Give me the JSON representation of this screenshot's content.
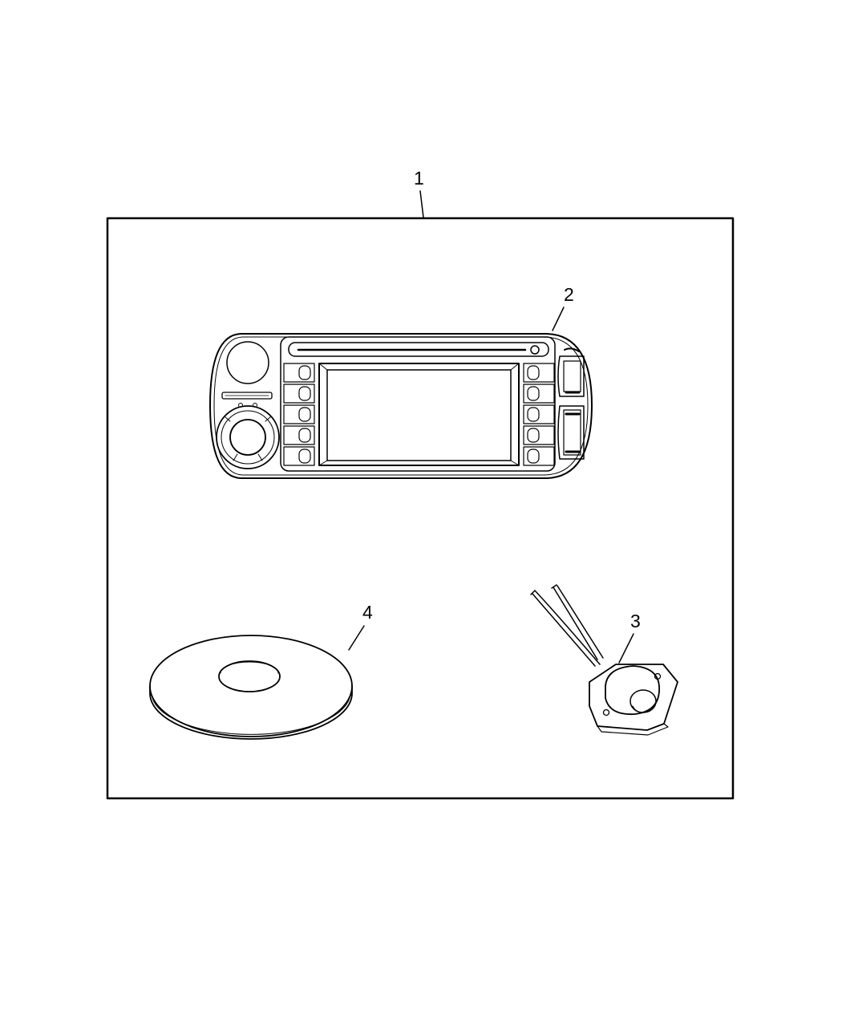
{
  "callouts": {
    "kit": "1",
    "radio": "2",
    "microphone": "3",
    "disc": "4"
  },
  "colors": {
    "line": "#000000",
    "background": "#ffffff",
    "screen_fill": "#ffffff"
  },
  "icons": {
    "radio": "radio-head-unit-icon",
    "microphone": "microphone-icon",
    "disc": "disc-icon"
  }
}
